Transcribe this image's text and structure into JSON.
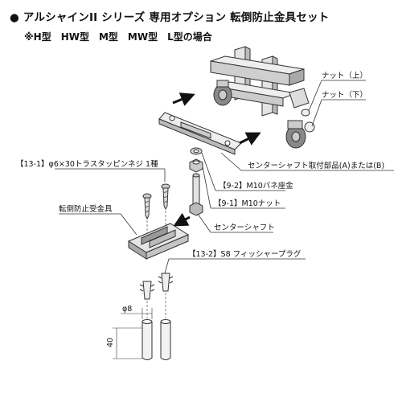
{
  "header": {
    "title": "● アルシャインII シリーズ 専用オプション 転倒防止金具セット",
    "subtitle": "※H型　HW型　M型　MW型　L型の場合"
  },
  "labels": {
    "nut_upper": "ナット（上）",
    "nut_lower": "ナット（下）",
    "center_shaft_parts": "センターシャフト取付部品(A)または(B)",
    "washer": "【9-2】M10バネ座金",
    "nut_m10": "【9-1】M10ナット",
    "center_shaft": "センターシャフト",
    "screw": "【13-1】φ6×30トラスタッピンネジ 1種",
    "receiver": "転倒防止受金具",
    "plug": "【13-2】S8 フィッシャープラグ",
    "dim_diameter": "φ8",
    "dim_depth": "40"
  }
}
